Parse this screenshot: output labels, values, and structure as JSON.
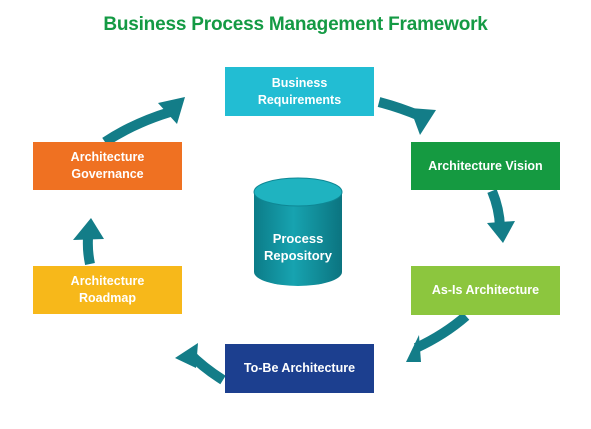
{
  "title": "Business Process Management Framework",
  "colors": {
    "title": "#149a44",
    "cycle": "#137d88",
    "repository_top": "#17a7b4",
    "repository_body": "#0f8f9c",
    "business_requirements": "#22bdd3",
    "architecture_vision": "#159a41",
    "as_is_architecture": "#8cc63e",
    "to_be_architecture": "#1c3f8f",
    "architecture_roadmap": "#f7b81a",
    "architecture_governance": "#ef7122"
  },
  "repository": {
    "line1": "Process",
    "line2": "Repository"
  },
  "stages": {
    "business_requirements": {
      "line1": "Business",
      "line2": "Requirements"
    },
    "architecture_vision": {
      "line1": "Architecture Vision"
    },
    "as_is_architecture": {
      "line1": "As-Is Architecture"
    },
    "to_be_architecture": {
      "line1": "To-Be Architecture"
    },
    "architecture_roadmap": {
      "line1": "Architecture",
      "line2": "Roadmap"
    },
    "architecture_governance": {
      "line1": "Architecture",
      "line2": "Governance"
    }
  }
}
